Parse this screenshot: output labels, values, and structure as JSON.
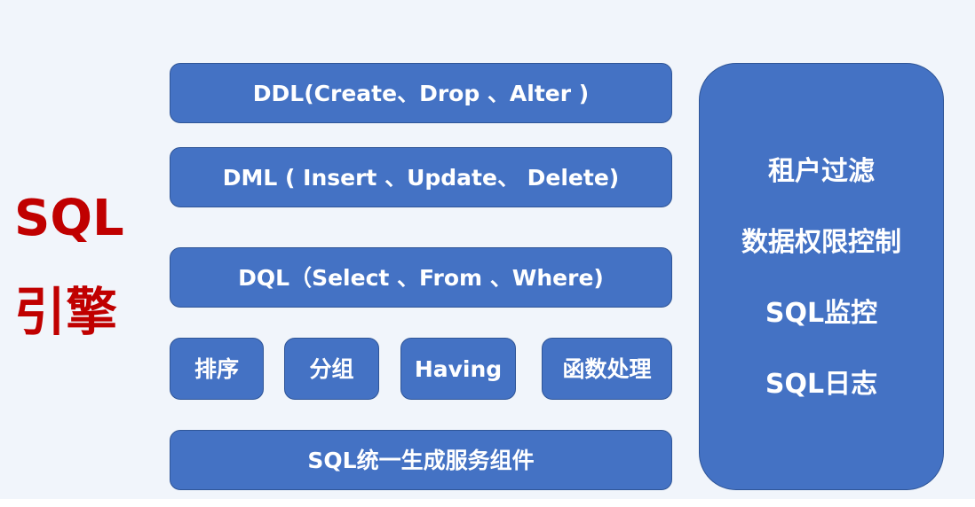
{
  "engine": {
    "line1": "SQL",
    "line2": "引擎"
  },
  "layers": {
    "ddl": "DDL(Create、Drop 、Alter )",
    "dml": "DML ( Insert 、Update、 Delete)",
    "dql": "DQL（Select 、From 、Where)",
    "ops": [
      "排序",
      "分组",
      "Having",
      "函数处理"
    ],
    "generator": "SQL统一生成服务组件"
  },
  "side": {
    "items": [
      "租户过滤",
      "数据权限控制",
      "SQL监控",
      "SQL日志"
    ]
  },
  "colors": {
    "box_fill": "#4472c4",
    "box_border": "#2f5597",
    "label_red": "#c00000",
    "background": "#f1f5fb"
  }
}
